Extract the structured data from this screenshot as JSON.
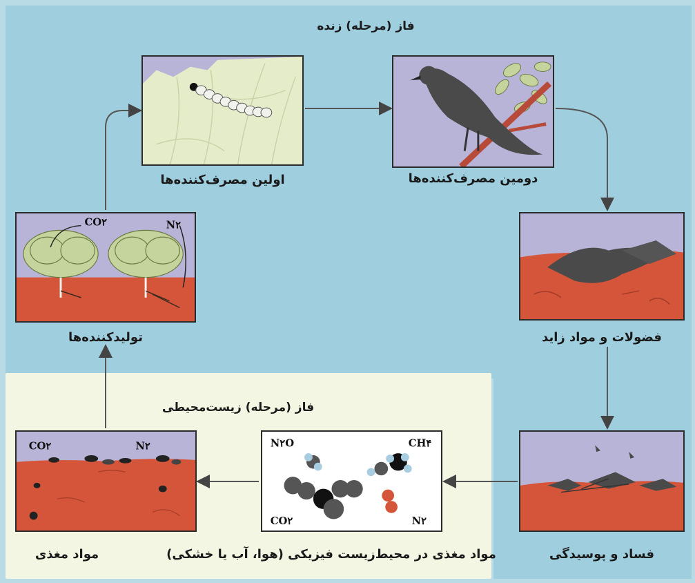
{
  "phases": {
    "living": "فاز (مرحله) زنده",
    "environmental": "فاز (مرحله) زیست‌محیطی"
  },
  "stages": {
    "first_consumers": "اولین مصرف‌کننده‌ها",
    "second_consumers": "دومین مصرف‌کننده‌ها",
    "producers": "تولیدکننده‌ها",
    "waste": "فضولات و مواد زاید",
    "decay": "فساد و پوسیدگی",
    "nutrients_physical": "مواد مغذی در محیط‌زیست فیزیکی (هوا، آب یا خشکی)",
    "nutrients": "مواد مغذی"
  },
  "chemicals": {
    "co2": "CO۲",
    "n2": "N۲",
    "n2o": "N۲O",
    "ch4": "CH۴"
  },
  "colors": {
    "sky": "#b9dbe6",
    "panel": "#9fcede",
    "env_panel": "#f3f6e2",
    "soil": "#d4553a",
    "box_sky": "#b8b4d8",
    "leaf": "#c5d49c",
    "bird": "#4a4a4a"
  }
}
